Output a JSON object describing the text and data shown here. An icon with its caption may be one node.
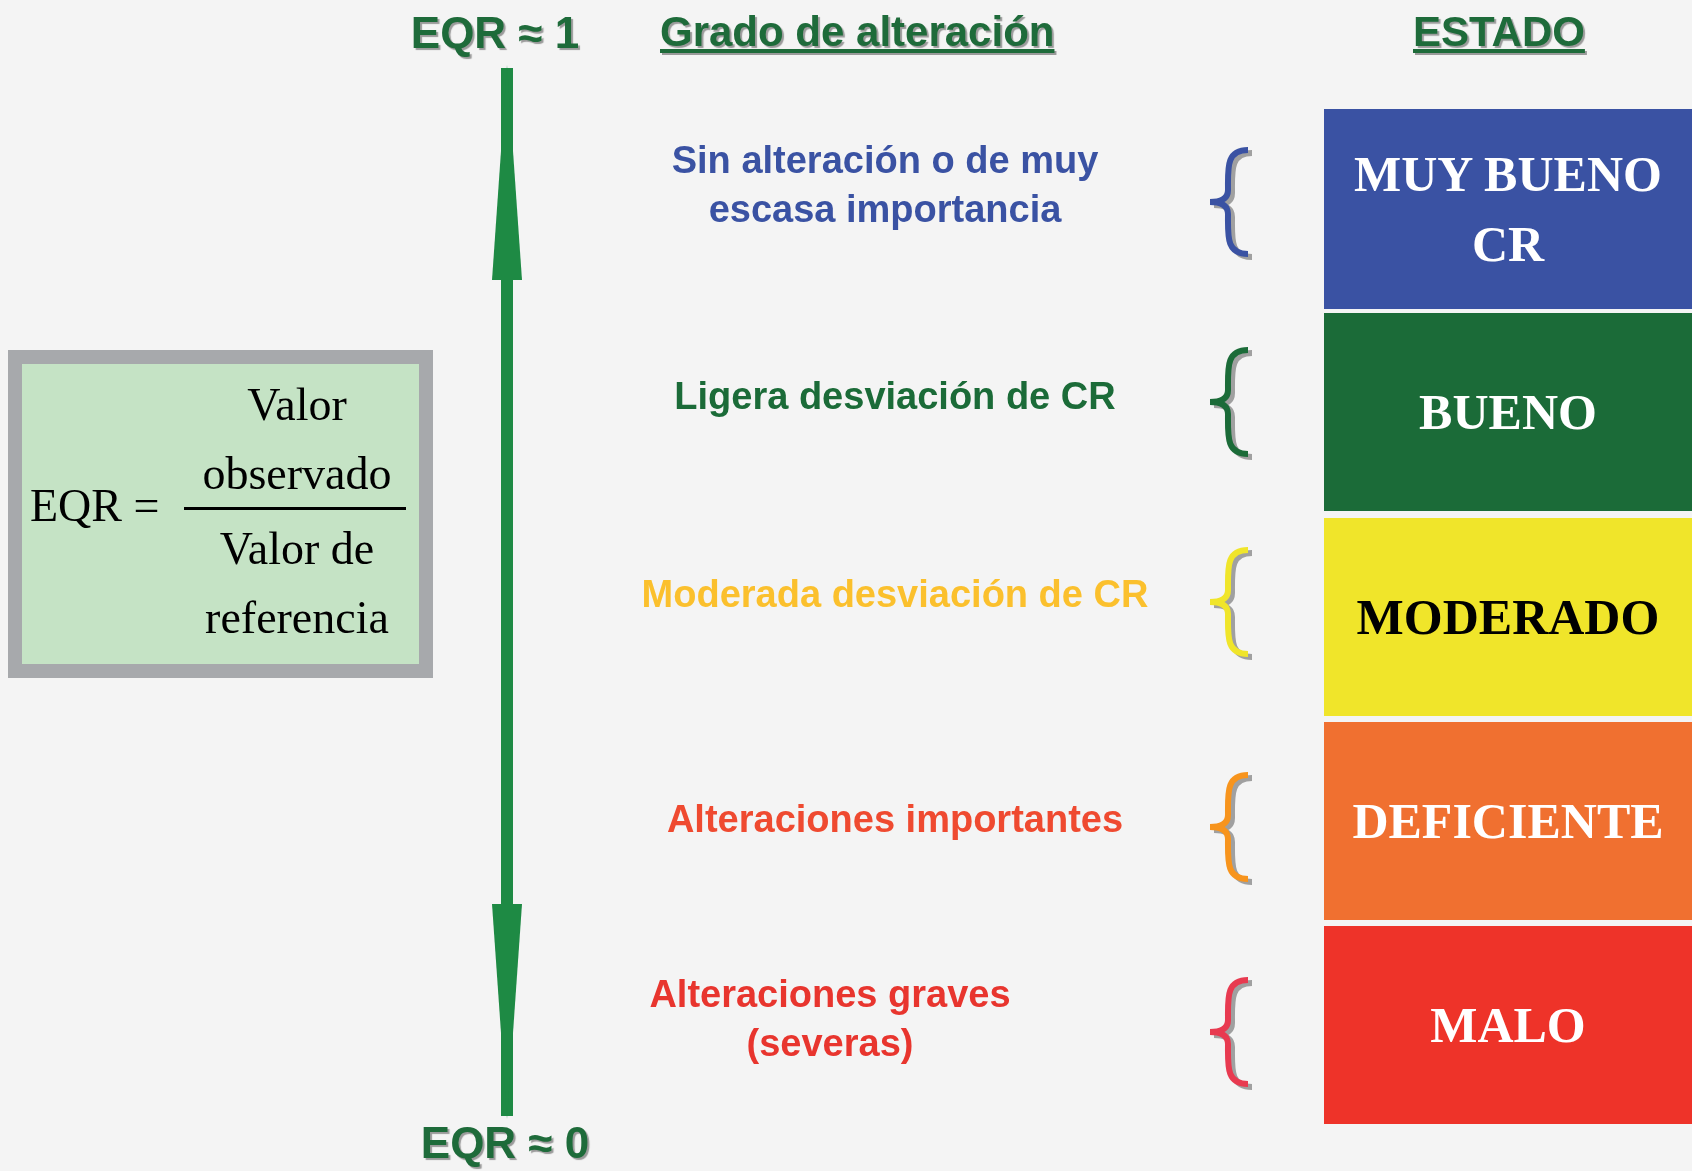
{
  "diagram": {
    "nodes": [
      {
        "text": [
          "EQR ≈ 1"
        ]
      },
      {
        "text": [
          "EQR =",
          "Valor observado",
          "Valor de referencia"
        ]
      },
      {
        "text": [
          "MUY BUENO CR"
        ]
      },
      {
        "text": [
          "BUENO"
        ]
      },
      {
        "text": [
          "MODERADO"
        ]
      },
      {
        "text": [
          "DEFICIENTE"
        ]
      },
      {
        "text": [
          "MALO"
        ]
      },
      {
        "text": [
          "EQR ≈ 0"
        ]
      }
    ],
    "edges": [
      {
        "from": 0,
        "to": 7,
        "arrow": "both"
      }
    ],
    "labels": [
      "Grado de alteración",
      "ESTADO",
      "Sin alteración o de muy escasa importancia",
      "Ligera desviación de CR",
      "Moderada desviación de CR",
      "Alteraciones importantes",
      "Alteraciones graves (severas)"
    ]
  }
}
